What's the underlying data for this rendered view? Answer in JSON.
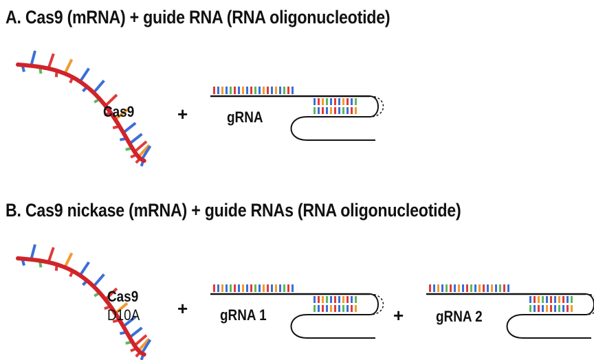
{
  "section_a": {
    "heading": "A. Cas9 (mRNA) + guide RNA (RNA oligonucleotide)",
    "protein_label": "Cas9",
    "plus": "+",
    "grna_label": "gRNA"
  },
  "section_b": {
    "heading": "B. Cas9 nickase (mRNA) + guide RNAs (RNA oligonucleotide)",
    "protein_label": "Cas9",
    "protein_variant": "D10A",
    "plus_1": "+",
    "grna_1_label": "gRNA 1",
    "plus_2": "+",
    "grna_2_label": "gRNA 2"
  },
  "colors": {
    "helix_backbone": "#d0232a",
    "base_blue": "#3b6fd6",
    "base_red": "#e03a3a",
    "base_orange": "#f29a2e",
    "base_green": "#5cb85c",
    "line": "#111111"
  }
}
